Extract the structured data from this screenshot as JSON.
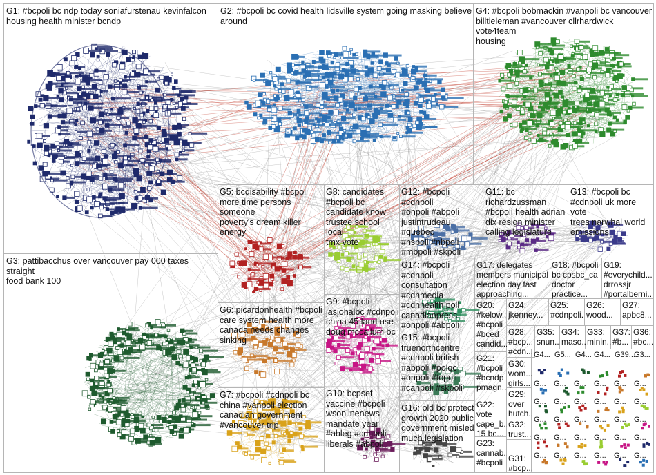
{
  "groups": [
    {
      "id": "G1",
      "label": "G1: #bcpoli bc ndp today soniafurstenau kevinfalcon\nhousing health minister bcndp",
      "color": "#1f2a6b"
    },
    {
      "id": "G2",
      "label": "G2: #bcpoli bc covid health lidsville system going masking believe\naround",
      "color": "#2a6fb3"
    },
    {
      "id": "G3",
      "label": "G3: pattibacchus over vancouver pay 000 taxes straight\nfood bank 100",
      "color": "#1e5a2e"
    },
    {
      "id": "G4",
      "label": "G4: #bcpoli bobmackin #vanpoli bc vancouver\nbilltieleman #vancouver cllrhardwick vote4team\nhousing",
      "color": "#2e8b2e"
    },
    {
      "id": "G5",
      "label": "G5: bcdisability #bcpoli\nmore time persons someone\npoverty's dream killer\nenergy",
      "color": "#b22222"
    },
    {
      "id": "G6",
      "label": "G6: picardonhealth #bcpoli\ncare system health more\ncanada needs changes\nsinking",
      "color": "#c8782a"
    },
    {
      "id": "G7",
      "label": "G7: #bcpoli #cdnpoli bc\nchina #vanpoli election\ncanadian government\n#vancouver trip",
      "color": "#d9a21b"
    },
    {
      "id": "G8",
      "label": "G8: candidates\n#bcpoli bc\ncandidate know\ntrustee school local\ntmx vote",
      "color": "#9acd32"
    },
    {
      "id": "G9",
      "label": "G9: #bcpoli\njasjohalbc #cdnpoli\nchina 45 land use\ndoug mccallum bc",
      "color": "#c71585"
    },
    {
      "id": "G10",
      "label": "G10: bcpsef\nvaccine #bcpoli\nwsonlinenews\nmandate year\n#ableg #cdnpoli\nliberals #abpoli",
      "color": "#6a1b5a"
    },
    {
      "id": "G11",
      "label": "G11: bc\nrichardzussman\n#bcpoli health adrian\ndix resign minister\ncalling legislature",
      "color": "#5b2a86"
    },
    {
      "id": "G12",
      "label": "G12: #bcpoli #cdnpoli\n#onpoli #abpoli\njustintrudeau #quebec\n#nspoli #nbpoli\n#mbpoli #skpoli",
      "color": "#4a6fa5"
    },
    {
      "id": "G13",
      "label": "G13: #bcpoli bc\n#cdnpoli uk more vote\ntrees narwhal world\nemissions",
      "color": "#3a3a8a"
    },
    {
      "id": "G14",
      "label": "G14: #bcpoli\n#cdnpoli\nconsultation\n#cdnmedia\n#cdnhealth poll\ncanadianpress\n#onpoli #abpoli",
      "color": "#2f8f5f"
    },
    {
      "id": "G15",
      "label": "G15: #bcpoli\ntruenorthcentre\n#cdnpoli british\n#abpoli #polqc\n#onpoli #topoli\n#canpoli #skpoli",
      "color": "#3b7a57"
    },
    {
      "id": "G16",
      "label": "G16: old bc protect\ngrowth 2020 public\ngovernment misled\nmuch legislation",
      "color": "#444444"
    },
    {
      "id": "G17",
      "label": "G17: delegates\nmembers municipal\nelection day fast\napproaching...",
      "color": "#7a4f2a"
    },
    {
      "id": "G18",
      "label": "G18: #bcpoli\nbc cpsbc_ca\ndoctor\npractice...",
      "color": "#7a7a2a"
    },
    {
      "id": "G19",
      "label": "G19:\n#everychild...\ndrrossjr\n#portalberni...",
      "color": "#c9a227"
    },
    {
      "id": "G20",
      "label": "G20:\n#kelow...\n#bcpoli\n#bced\ncandid...",
      "color": "#6b8e23"
    },
    {
      "id": "G21",
      "label": "G21:\n#bcpoli\n#bcndp\npmagn...",
      "color": "#8b3a3a"
    },
    {
      "id": "G22",
      "label": "G22:\nvote\ncape_b...\n15 bc...",
      "color": "#556b2f"
    },
    {
      "id": "G23",
      "label": "G23:\ncannab...\n#bcpoli",
      "color": "#2f4f4f"
    },
    {
      "id": "G24",
      "label": "G24:\njkenney...",
      "color": "#4682b4"
    },
    {
      "id": "G25",
      "label": "G25:\n#cdnpoli...",
      "color": "#8b008b"
    },
    {
      "id": "G26",
      "label": "G26:\nwood...",
      "color": "#228b22"
    },
    {
      "id": "G27",
      "label": "G27:\napbc8...",
      "color": "#b8860b"
    },
    {
      "id": "G28",
      "label": "G28:\n#bcp...\n#cdn...",
      "color": "#cd5c5c"
    },
    {
      "id": "G29",
      "label": "G29:\nover\nhutch...",
      "color": "#20b2aa"
    },
    {
      "id": "G30",
      "label": "G30:\nwom...\ngirls...",
      "color": "#9370db"
    },
    {
      "id": "G31",
      "label": "G31:\n#bcp...",
      "color": "#3cb371"
    },
    {
      "id": "G32",
      "label": "G32:\ntrust...",
      "color": "#708090"
    },
    {
      "id": "G33",
      "label": "G33:\nminin...",
      "color": "#d2691e"
    },
    {
      "id": "G34",
      "label": "G34:\nmaso...",
      "color": "#6495ed"
    },
    {
      "id": "G35",
      "label": "G35:\nsnun...",
      "color": "#dc143c"
    },
    {
      "id": "G36",
      "label": "G36:\n#bc...",
      "color": "#008b8b"
    },
    {
      "id": "G37",
      "label": "G37:\n#b...",
      "color": "#b03060"
    },
    {
      "id": "G39",
      "label": "G39...",
      "color": "#808000"
    }
  ],
  "small_groups": {
    "G4x": "G4...",
    "G5x": "G5...",
    "Gx": "G...",
    "G3x": "G3..."
  },
  "colors": {
    "edge_gray": "#9a9a9a",
    "edge_red": "#c0392b",
    "box_border": "#b5b5b5"
  }
}
